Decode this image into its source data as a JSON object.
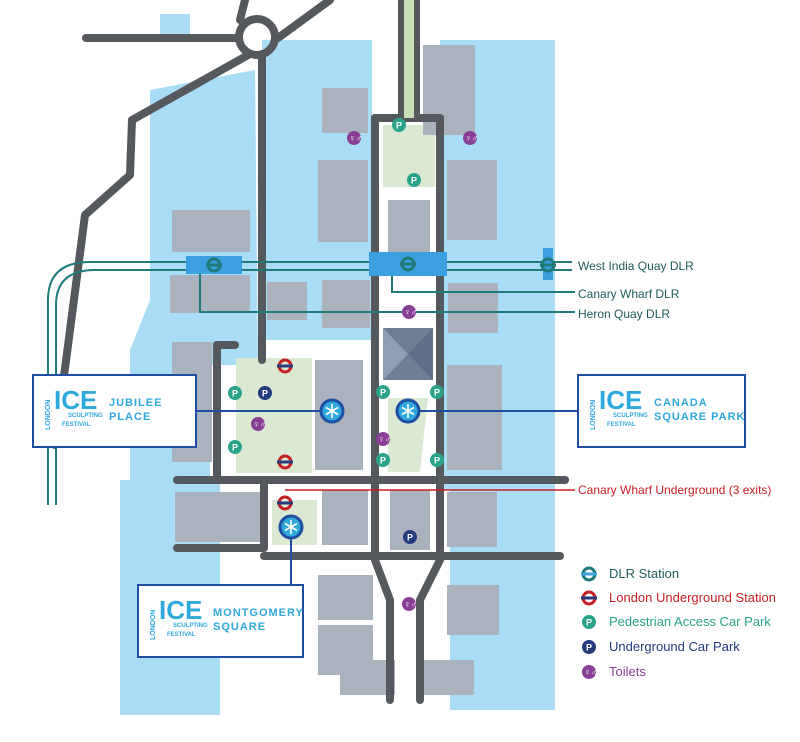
{
  "colors": {
    "water": "#a9dcf5",
    "road": "#55585c",
    "building": "#a9b2bd",
    "park": "#dbe9d3",
    "dlr": "#1f7a7a",
    "station_box": "#3aa0e0",
    "underground": "#c62026",
    "pedestrian_park": "#2aa38a",
    "underground_park": "#243b7e",
    "toilets": "#8a3f96",
    "venue_blue": "#1e4fa3",
    "ice_cyan": "#2fa8dc"
  },
  "labels": {
    "west_india_quay": "West India Quay DLR",
    "canary_wharf_dlr": "Canary Wharf DLR",
    "heron_quay": "Heron Quay DLR",
    "canary_wharf_underground": "Canary Wharf Underground (3 exits)"
  },
  "venues": [
    {
      "name_line1": "JUBILEE",
      "name_line2": "PLACE"
    },
    {
      "name_line1": "CANADA",
      "name_line2": "SQUARE PARK"
    },
    {
      "name_line1": "MONTGOMERY",
      "name_line2": "SQUARE"
    }
  ],
  "logo": {
    "ice": "ICE",
    "london": "LONDON",
    "sculpting": "SCULPTING",
    "festival": "FESTIVAL"
  },
  "icons": {
    "snowflake": "snowflake-icon",
    "dlr": "dlr-roundel-icon",
    "underground": "underground-roundel-icon",
    "pedestrian_park": "p-icon",
    "underground_park": "p-icon",
    "toilets": "toilets-icon"
  },
  "legend": {
    "items": [
      {
        "label": "DLR Station"
      },
      {
        "label": "London Underground Station"
      },
      {
        "label": "Pedestrian Access Car Park"
      },
      {
        "label": "Underground Car Park"
      },
      {
        "label": "Toilets"
      }
    ]
  },
  "pin": {
    "p": "P",
    "snow": "❄",
    "wc": "♀♂"
  }
}
